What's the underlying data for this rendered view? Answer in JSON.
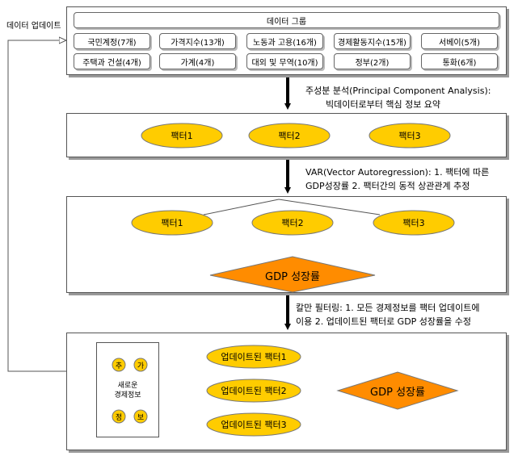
{
  "side_label": "데이터 업데이트",
  "data_group": {
    "title": "데이터 그룹",
    "row1": [
      "국민계정(7개)",
      "가격지수(13개)",
      "노동과 고용(16개)",
      "경제활동지수(15개)",
      "서베이(5개)"
    ],
    "row2": [
      "주택과 건설(4개)",
      "가계(4개)",
      "대외 및 무역(10개)",
      "정부(2개)",
      "통화(6개)"
    ]
  },
  "caption1": {
    "line1": "주성분 분석(Principal Component Analysis):",
    "line2": "빅데이터로부터 핵심 정보 요약"
  },
  "caption2": {
    "line1": "VAR(Vector Autoregression): 1. 팩터에 따른",
    "line2": "GDP성장률 2. 팩터간의 동적 상관관계 추정"
  },
  "caption3": {
    "line1": "칼만 필터링: 1. 모든 경제정보를 팩터 업데이트에",
    "line2": "이용 2. 업데이트된 팩터로 GDP 성장률을 수정"
  },
  "factors": [
    "팩터1",
    "팩터2",
    "팩터3"
  ],
  "var_factors": [
    "팩터1",
    "팩터2",
    "팩터3"
  ],
  "gdp_label": "GDP 성장률",
  "updated_factors": [
    "업데이트된 팩터1",
    "업데이트된 팩터2",
    "업데이트된 팩터3"
  ],
  "new_info": {
    "label_line1": "새로운",
    "label_line2": "경제정보",
    "badges": [
      "추",
      "가",
      "정",
      "보"
    ]
  },
  "colors": {
    "node_fill": "#FFCC00",
    "diamond_fill": "#FF8C00",
    "arrow": "#000000"
  }
}
